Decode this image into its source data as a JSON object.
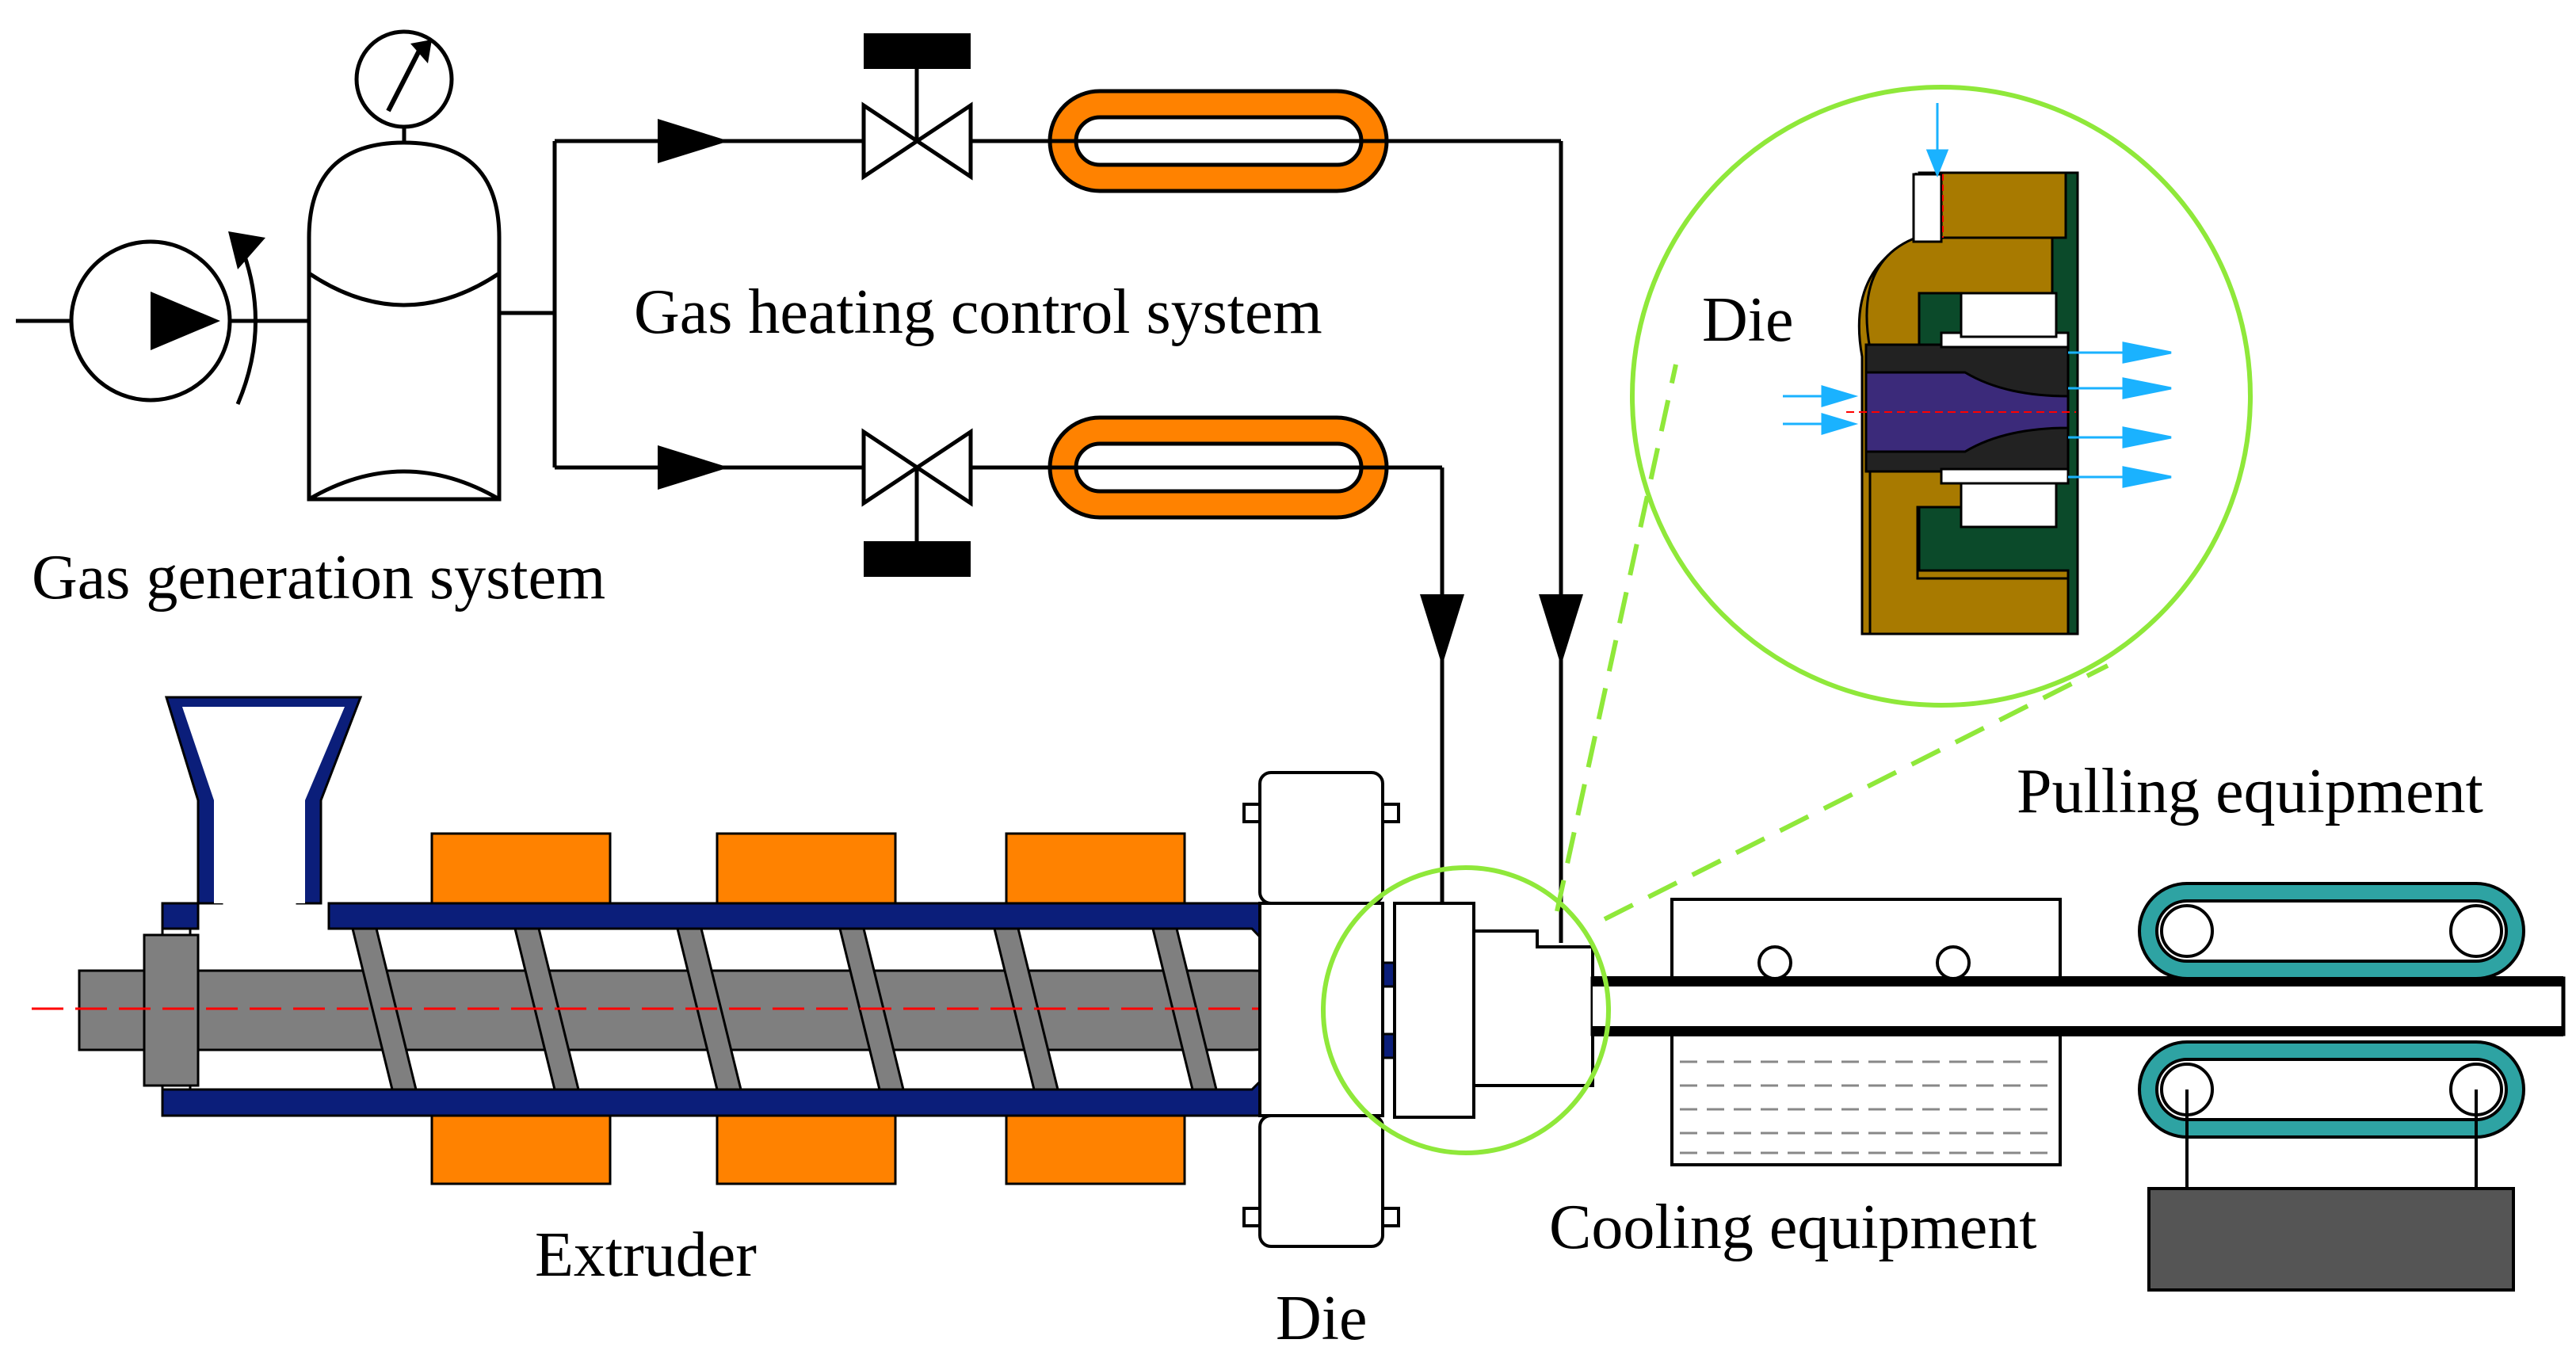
{
  "labels": {
    "gas_generation": "Gas generation system",
    "gas_heating": "Gas heating control system",
    "die_zoom": "Die",
    "pulling": "Pulling equipment",
    "extruder": "Extruder",
    "die": "Die",
    "cooling": "Cooling equipment"
  },
  "colors": {
    "barrel": "#0b1e7a",
    "heater": "#ff8200",
    "screw": "#7f7f7f",
    "highlight_circle": "#8fe83a",
    "belt": "#2ea3a3",
    "die_body": "#a87a00",
    "die_insert": "#0b4a2a",
    "gas_flow": "#1ab2ff",
    "melt": "#3b2a7a",
    "base": "#555555",
    "centerline": "#ff0000"
  },
  "icons": [
    "pump-icon",
    "pressure-gauge-icon",
    "valve-icon",
    "heater-coil-icon",
    "flow-arrow-icon"
  ]
}
